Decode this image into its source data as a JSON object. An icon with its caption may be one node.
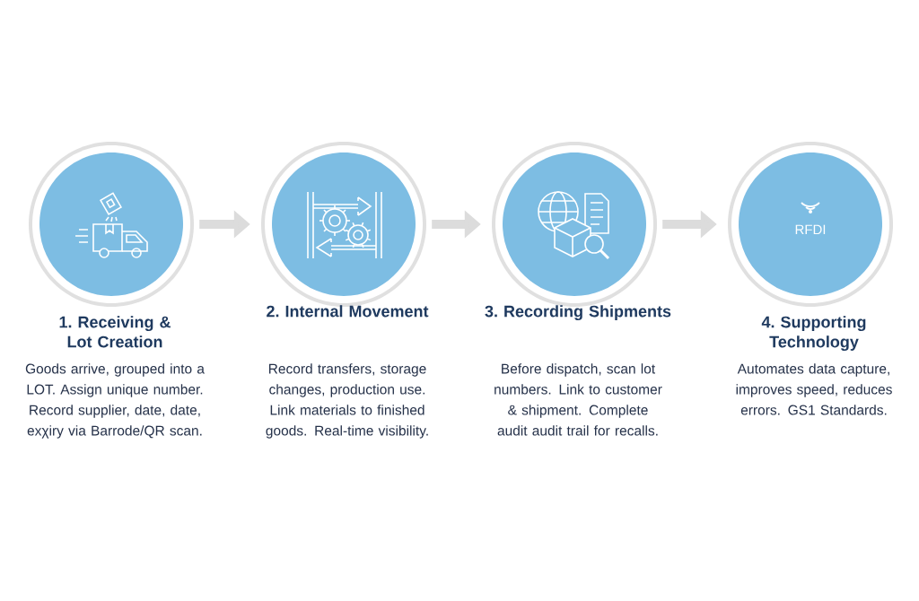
{
  "diagram": {
    "nodes": [
      {
        "text": [],
        "shape": "circle",
        "beside": [
          "1. Receiving & Lot Creation",
          "Goods arrive, grouped into a LOT. Assign unique number. Record supplier, date, date, exχiry via Barrode/QR scan."
        ]
      },
      {
        "text": [],
        "shape": "circle",
        "beside": [
          "2. Internal Movement",
          "Record transfers, storage changes, production use. Link materials to finished goods. Real-time visibility."
        ]
      },
      {
        "text": [],
        "shape": "circle",
        "beside": [
          "3. Recording Shipments",
          "Before dispatch, scan lot numbers. Link to customer & shipment. Complete audit audit trail for recalls."
        ]
      },
      {
        "text": [
          "RFDI"
        ],
        "beside": [
          "4. Supporting Technology",
          "Automates data capture, improves speed, reduces errors. GS1 Standards."
        ]
      }
    ],
    "edges": [
      {
        "from": 0,
        "to": 1,
        "arrow": "to"
      },
      {
        "from": 1,
        "to": 2,
        "arrow": "to"
      },
      {
        "from": 2,
        "to": 3,
        "arrow": "to"
      }
    ]
  }
}
